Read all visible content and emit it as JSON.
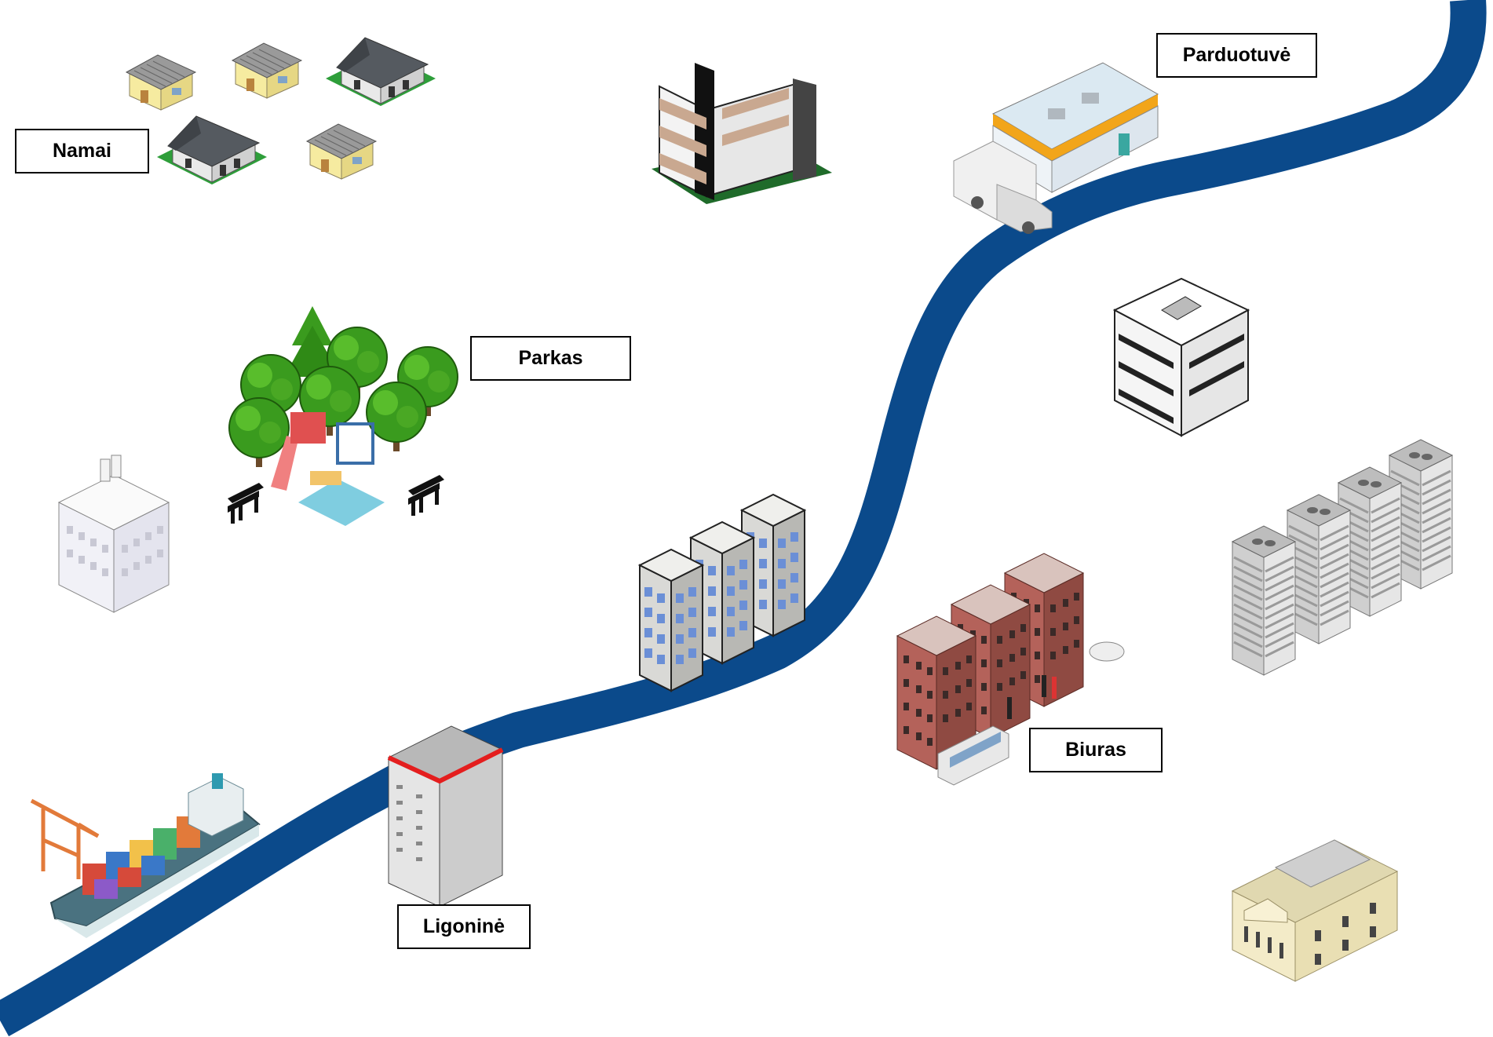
{
  "labels": {
    "homes": "Namai",
    "shop": "Parduotuvė",
    "park": "Parkas",
    "hospital": "Ligoninė",
    "office": "Biuras"
  },
  "colors": {
    "river": "#0b4a8b",
    "outline": "#000000",
    "grass": "#2e9e3a",
    "roof_gray": "#555a60",
    "house_yellow": "#f6eba0",
    "tree_green": "#3a9b1e",
    "brick": "#a8584e",
    "shop_orange": "#f2a51a",
    "window_blue": "#6b8fd6"
  }
}
